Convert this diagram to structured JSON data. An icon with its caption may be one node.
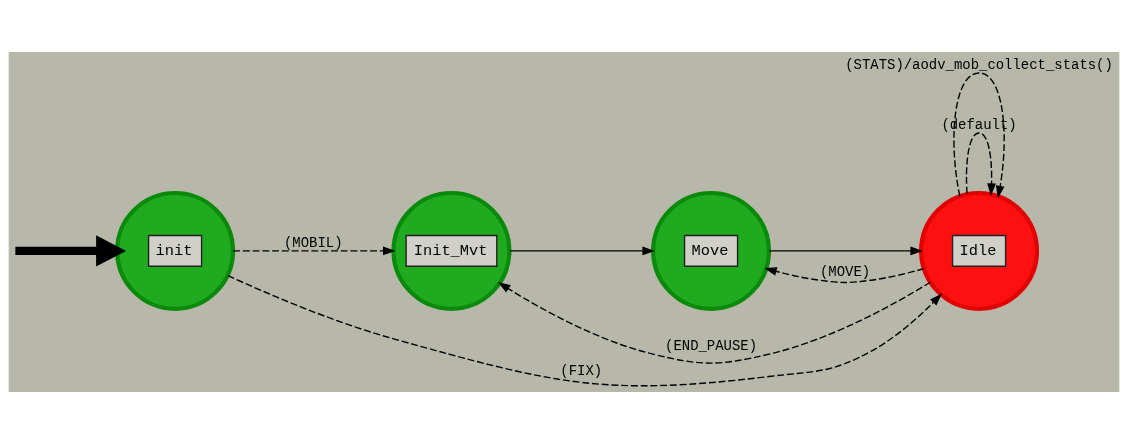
{
  "diagram": {
    "nodes": [
      {
        "text": [
          "init"
        ]
      },
      {
        "text": [
          "Init_Mvt"
        ]
      },
      {
        "text": [
          "Move"
        ]
      },
      {
        "text": [
          "Idle"
        ]
      }
    ],
    "edges": [
      {
        "from": null,
        "to": 0,
        "arrow": "to",
        "style": "thick"
      },
      {
        "from": 0,
        "to": 1,
        "arrow": "to",
        "style": "dashed",
        "label": "(MOBIL)"
      },
      {
        "from": 1,
        "to": 2,
        "arrow": "to"
      },
      {
        "from": 2,
        "to": 3,
        "arrow": "to"
      },
      {
        "from": 3,
        "to": 2,
        "arrow": "to",
        "style": "dashed",
        "label": "(MOVE)"
      },
      {
        "from": 3,
        "to": 1,
        "arrow": "to",
        "style": "dashed",
        "label": "(END_PAUSE)"
      },
      {
        "from": 3,
        "to": 3,
        "arrow": "to",
        "style": "dashed",
        "label": "(default)"
      },
      {
        "from": 3,
        "to": 3,
        "arrow": "to",
        "style": "dashed",
        "label": "(STATS)/aodv_mob_collect_stats()"
      },
      {
        "from": 0,
        "to": 3,
        "arrow": "to",
        "style": "dashed",
        "label": "(FIX)"
      }
    ]
  }
}
